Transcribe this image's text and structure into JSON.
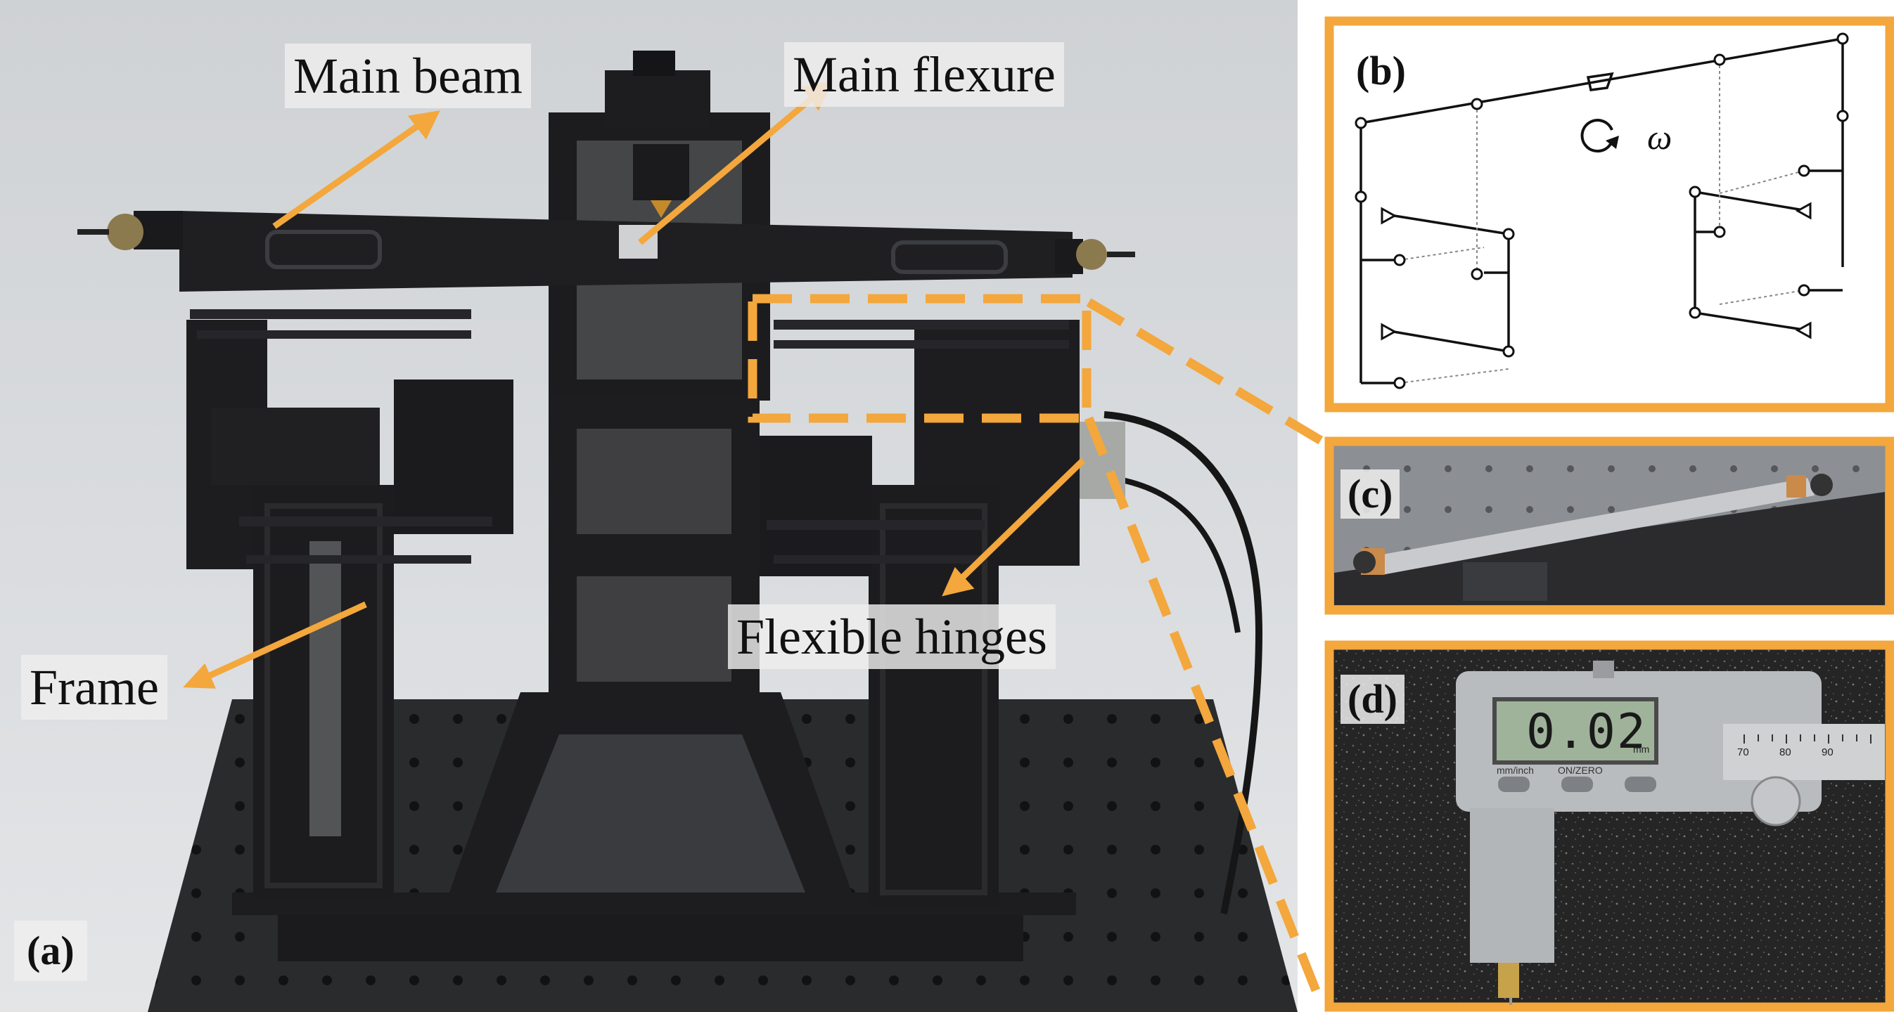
{
  "panel_a": {
    "tag": "(a)",
    "labels": {
      "main_beam": "Main beam",
      "main_flexure": "Main flexure",
      "flexible_hinges": "Flexible hinges",
      "frame": "Frame"
    }
  },
  "panel_b": {
    "tag": "(b)",
    "symbol": "ω"
  },
  "panel_c": {
    "tag": "(c)"
  },
  "panel_d": {
    "tag": "(d)",
    "reading": "0.02",
    "unit": "mm",
    "mode_label": "mm/inch",
    "button_label": "ON/ZERO",
    "scale_ticks": [
      "70",
      "80",
      "90"
    ]
  },
  "colors": {
    "accent_orange": "#f3a73c",
    "backdrop": "#d6d9dc",
    "frame_black": "#1d1d1f",
    "breadboard": "#2a2b2d",
    "granite": "#262626",
    "caliper_silver": "#b9bcbf",
    "lcd_green": "#9fb39a"
  }
}
